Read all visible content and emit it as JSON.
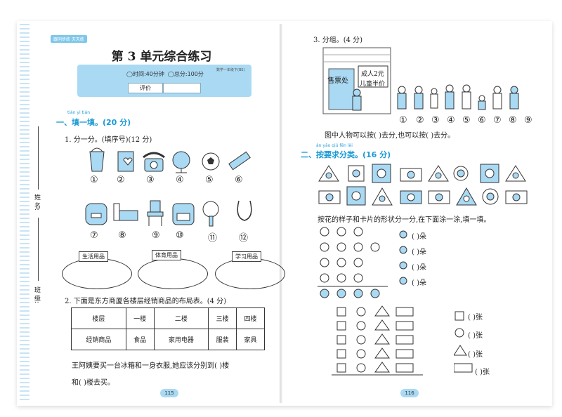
{
  "left": {
    "tag": "跟同步练 天天练",
    "title": "第 3 单元综合练习",
    "time": "◯时间:40分钟",
    "score": "◯总分:100分",
    "grade": "评价",
    "note": "数学一年级下(BS)",
    "side_name": "姓 名:",
    "side_class": "班 级:",
    "section1_pinyin": "tián yi tián",
    "section1": "一、填一填。(20 分)",
    "q1": "1. 分一分。(填序号)(12 分)",
    "nums_row1": [
      "①",
      "②",
      "③",
      "④",
      "⑤",
      "⑥"
    ],
    "nums_row2": [
      "⑦",
      "⑧",
      "⑨",
      "⑩",
      "⑪",
      "⑫"
    ],
    "group_labels": [
      "生活用品",
      "体育用品",
      "学习用品"
    ],
    "q2": "2. 下面是东方商厦各楼层经销商品的布局表。(4 分)",
    "table_row1": [
      "楼层",
      "一楼",
      "二楼",
      "三楼",
      "四楼"
    ],
    "table_row2": [
      "经销商品",
      "食品",
      "家用电器",
      "服装",
      "家具"
    ],
    "q2_line1": "王阿姨要买一台冰箱和一身衣服,她应该分别到(      )楼",
    "q2_line2": "和(      )楼去买。",
    "page": "115"
  },
  "right": {
    "q3": "3. 分组。(4 分)",
    "ticket": "售票处",
    "sign1": "成人2元",
    "sign2": "儿童半价",
    "nums": [
      "①",
      "②",
      "③",
      "④",
      "⑤",
      "⑥",
      "⑦",
      "⑧",
      "⑨"
    ],
    "q3_answer": "图中人物可以按(        )去分,也可以按(        )去分。",
    "section2_pinyin": "àn yāo qiú fēn lèi",
    "section2": "二、按要求分类。(16 分)",
    "instruction": "按花的样子和卡片的形状分一分,在下面涂一涂,填一填。",
    "flower_unit": "(      )朵",
    "shape_unit": "(      )张",
    "page": "116"
  }
}
